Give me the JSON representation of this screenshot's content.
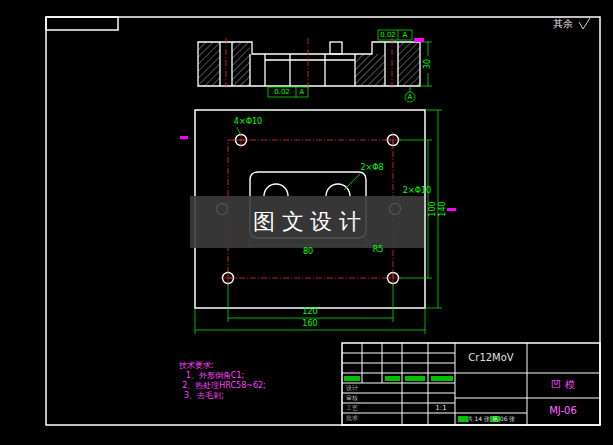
{
  "diagram": {
    "labels": [
      "其余",
      "0.02",
      "A",
      "30",
      "0.02",
      "A",
      "A",
      "4×Φ10",
      "2×Φ8",
      "2×Φ10",
      "80",
      "R5",
      "100",
      "140",
      "120",
      "160",
      "图 文 设 计",
      "技术要求:",
      "1、外形倒角C1;",
      "2、热处理HRC58~62;",
      "3、去毛刺;",
      "Cr12MoV",
      "凹 模",
      "MJ-06",
      "1:1",
      "共 14 张 第 06 张",
      "设计",
      "审核",
      "工艺",
      "批准"
    ]
  }
}
